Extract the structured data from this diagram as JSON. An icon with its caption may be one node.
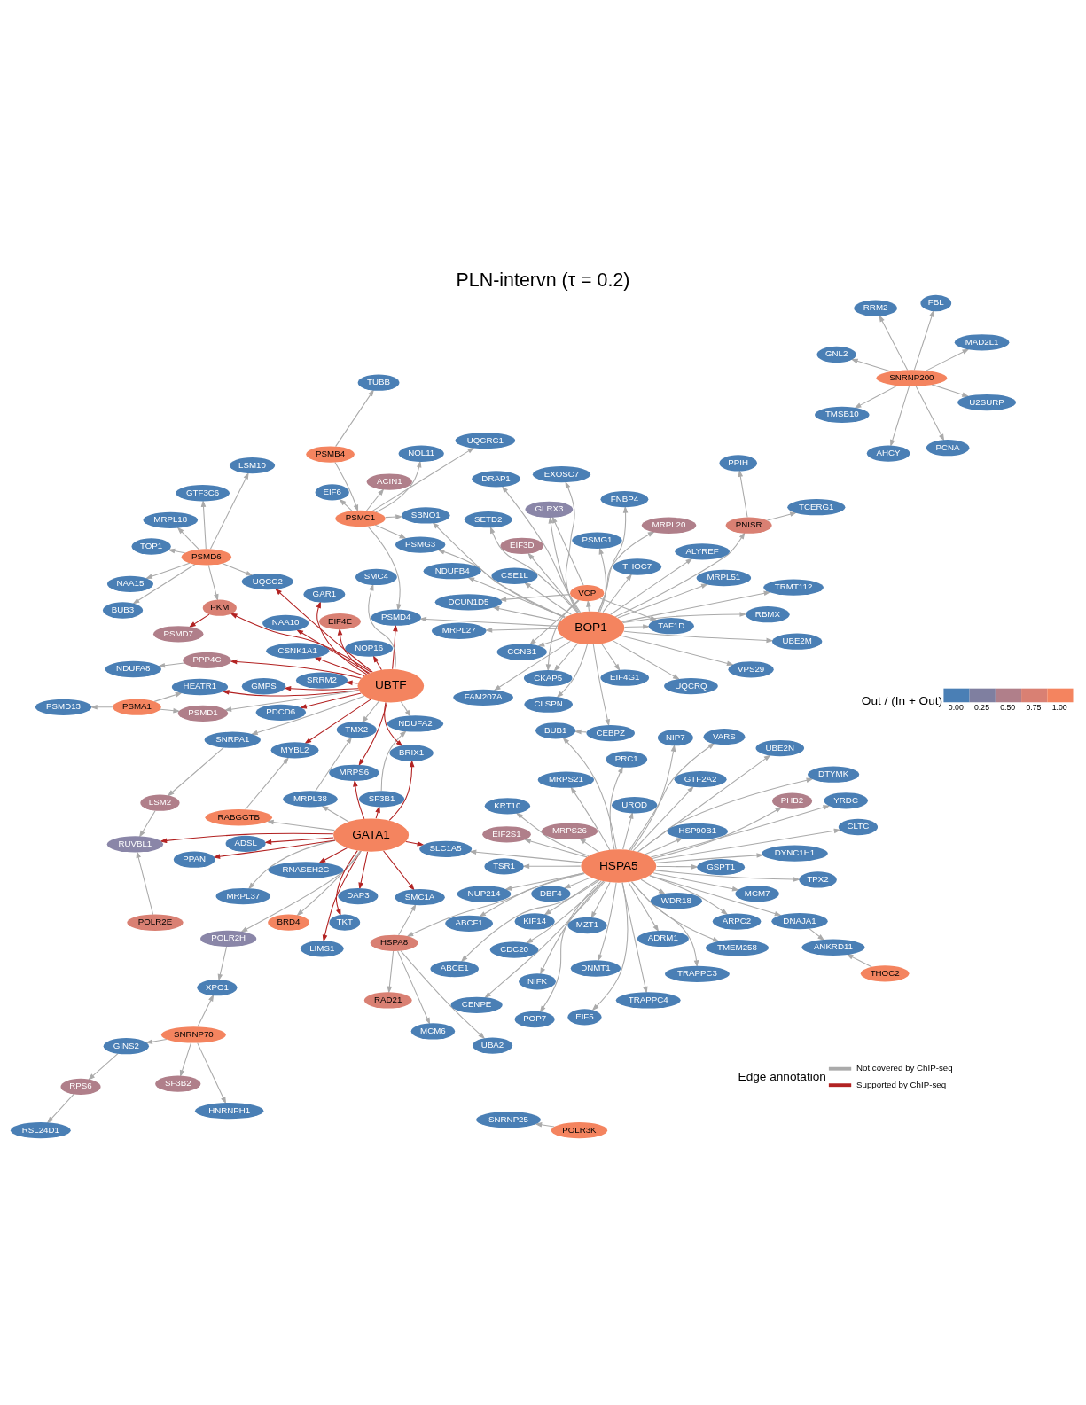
{
  "diagram": {
    "title": "PLN-intervn (τ = 0.2)",
    "nodes": [
      {
        "text": [
          "SNRNP25"
        ]
      },
      {
        "text": [
          "POLR3K"
        ]
      },
      {
        "text": [
          "ABCF1"
        ]
      },
      {
        "text": [
          "MCM7"
        ]
      },
      {
        "text": [
          "POP7"
        ]
      },
      {
        "text": [
          "MRPS21"
        ]
      },
      {
        "text": [
          "WDR18"
        ]
      },
      {
        "text": [
          "DBF4"
        ]
      },
      {
        "text": [
          "CENPE"
        ]
      },
      {
        "text": [
          "TMEM258"
        ]
      },
      {
        "text": [
          "DNMT1"
        ]
      },
      {
        "text": [
          "TRAPPC4"
        ]
      },
      {
        "text": [
          "EIF5"
        ]
      },
      {
        "text": [
          "NUP214"
        ]
      },
      {
        "text": [
          "TPX2"
        ]
      },
      {
        "text": [
          "YRDC"
        ]
      },
      {
        "text": [
          "BUB1"
        ]
      },
      {
        "text": [
          "ADRM1"
        ]
      },
      {
        "text": [
          "TRAPPC3"
        ]
      },
      {
        "text": [
          "KRT10"
        ]
      },
      {
        "text": [
          "EIF2S1"
        ]
      },
      {
        "text": [
          "MRPS26"
        ]
      },
      {
        "text": [
          "CEBPZ"
        ]
      },
      {
        "text": [
          "TUBB"
        ]
      },
      {
        "text": [
          "PSMB4"
        ]
      },
      {
        "text": [
          "UBE2N"
        ]
      },
      {
        "text": [
          "NIP7"
        ]
      },
      {
        "text": [
          "VPS29"
        ]
      },
      {
        "text": [
          "PPIH"
        ]
      },
      {
        "text": [
          "MZT1"
        ]
      },
      {
        "text": [
          "NIFK"
        ]
      },
      {
        "text": [
          "ARPC2"
        ]
      },
      {
        "text": [
          "PHB2"
        ]
      },
      {
        "text": [
          "GSPT1"
        ]
      },
      {
        "text": [
          "FAM207A"
        ]
      },
      {
        "text": [
          "NDUFB4"
        ]
      },
      {
        "text": [
          "MRPL51"
        ]
      },
      {
        "text": [
          "TCERG1"
        ]
      },
      {
        "text": [
          "HSP90B1"
        ]
      },
      {
        "text": [
          "HSPA5"
        ]
      },
      {
        "text": [
          "TSR1"
        ]
      },
      {
        "text": [
          "DCUN1D5"
        ]
      },
      {
        "text": [
          "PRC1"
        ]
      },
      {
        "text": [
          "SETD2"
        ]
      },
      {
        "text": [
          "CSE1L"
        ]
      },
      {
        "text": [
          "PNISR"
        ]
      },
      {
        "text": [
          "DYNC1H1"
        ]
      },
      {
        "text": [
          "KIF14"
        ]
      },
      {
        "text": [
          "UBE2M"
        ]
      },
      {
        "text": [
          "SBNO1"
        ]
      },
      {
        "text": [
          "NOL11"
        ]
      },
      {
        "text": [
          "THOC2"
        ]
      },
      {
        "text": [
          "ANKRD11"
        ]
      },
      {
        "text": [
          "DNAJA1"
        ]
      },
      {
        "text": [
          "FNBP4"
        ]
      },
      {
        "text": [
          "EXOSC7"
        ]
      },
      {
        "text": [
          "VARS"
        ]
      },
      {
        "text": [
          "HSPA8"
        ]
      },
      {
        "text": [
          "CKAP5"
        ]
      },
      {
        "text": [
          "GLRX3"
        ]
      },
      {
        "text": [
          "RBMX"
        ]
      },
      {
        "text": [
          "PSMC1"
        ]
      },
      {
        "text": [
          "EIF3D"
        ]
      },
      {
        "text": [
          "SLC1A5"
        ]
      },
      {
        "text": [
          "ABCE1"
        ]
      },
      {
        "text": [
          "DTYMK"
        ]
      },
      {
        "text": [
          "CLTC"
        ]
      },
      {
        "text": [
          "CCNB1"
        ]
      },
      {
        "text": [
          "VCP"
        ]
      },
      {
        "text": [
          "TRMT112"
        ]
      },
      {
        "text": [
          "UQCRQ"
        ]
      },
      {
        "text": [
          "RAD21"
        ]
      },
      {
        "text": [
          "MCM6"
        ]
      },
      {
        "text": [
          "RNASEH2C"
        ]
      },
      {
        "text": [
          "GTF2A2"
        ]
      },
      {
        "text": [
          "MRPL27"
        ]
      },
      {
        "text": [
          "PSMG3"
        ]
      },
      {
        "text": [
          "UQCRC1"
        ]
      },
      {
        "text": [
          "UBA2"
        ]
      },
      {
        "text": [
          "LIMS1"
        ]
      },
      {
        "text": [
          "CDC20"
        ]
      },
      {
        "text": [
          "TAF1D"
        ]
      },
      {
        "text": [
          "BOP1"
        ]
      },
      {
        "text": [
          "PSMD4"
        ]
      },
      {
        "text": [
          "ACIN1"
        ]
      },
      {
        "text": [
          "SMC1A"
        ]
      },
      {
        "text": [
          "GNL2"
        ]
      },
      {
        "text": [
          "ADSL"
        ]
      },
      {
        "text": [
          "UROD"
        ]
      },
      {
        "text": [
          "THOC7"
        ]
      },
      {
        "text": [
          "DRAP1"
        ]
      },
      {
        "text": [
          "PSMG1"
        ]
      },
      {
        "text": [
          "CLSPN"
        ]
      },
      {
        "text": [
          "MRPL20"
        ]
      },
      {
        "text": [
          "MYBL2"
        ]
      },
      {
        "text": [
          "ALYREF"
        ]
      },
      {
        "text": [
          "PSMD7"
        ]
      },
      {
        "text": [
          "EIF6"
        ]
      },
      {
        "text": [
          "MAD2L1"
        ]
      },
      {
        "text": [
          "AHCY"
        ]
      },
      {
        "text": [
          "SNRNP200"
        ]
      },
      {
        "text": [
          "EIF4G1"
        ]
      },
      {
        "text": [
          "RABGGTB"
        ]
      },
      {
        "text": [
          "BRIX1"
        ]
      },
      {
        "text": [
          "PKM"
        ]
      },
      {
        "text": [
          "PSMD6"
        ]
      },
      {
        "text": [
          "MRPL18"
        ]
      },
      {
        "text": [
          "TOP1"
        ]
      },
      {
        "text": [
          "FBL"
        ]
      },
      {
        "text": [
          "RRM2"
        ]
      },
      {
        "text": [
          "GATA1"
        ]
      },
      {
        "text": [
          "BRD4"
        ]
      },
      {
        "text": [
          "MRPL37"
        ]
      },
      {
        "text": [
          "LSM10"
        ]
      },
      {
        "text": [
          "PSMA1"
        ]
      },
      {
        "text": [
          "GTF3C6"
        ]
      },
      {
        "text": [
          "TMSB10"
        ]
      },
      {
        "text": [
          "NAA15"
        ]
      },
      {
        "text": [
          "U2SURP"
        ]
      },
      {
        "text": [
          "SF3B1"
        ]
      },
      {
        "text": [
          "SNRNP70"
        ]
      },
      {
        "text": [
          "NDUFA2"
        ]
      },
      {
        "text": [
          "HEATR1"
        ]
      },
      {
        "text": [
          "BUB3"
        ]
      },
      {
        "text": [
          "SF3B2"
        ]
      },
      {
        "text": [
          "MRPS6"
        ]
      },
      {
        "text": [
          "PPAN"
        ]
      },
      {
        "text": [
          "PCNA"
        ]
      },
      {
        "text": [
          "GINS2"
        ]
      },
      {
        "text": [
          "POLR2H"
        ]
      },
      {
        "text": [
          "EIF4E"
        ]
      },
      {
        "text": [
          "UBTF"
        ]
      },
      {
        "text": [
          "PSMD13"
        ]
      },
      {
        "text": [
          "UQCC2"
        ]
      },
      {
        "text": [
          "TKT"
        ]
      },
      {
        "text": [
          "HNRNPH1"
        ]
      },
      {
        "text": [
          "PSMD1"
        ]
      },
      {
        "text": [
          "GAR1"
        ]
      },
      {
        "text": [
          "RUVBL1"
        ]
      },
      {
        "text": [
          "DAP3"
        ]
      },
      {
        "text": [
          "SNRPA1"
        ]
      },
      {
        "text": [
          "SMC4"
        ]
      },
      {
        "text": [
          "NOP16"
        ]
      },
      {
        "text": [
          "CSNK1A1"
        ]
      },
      {
        "text": [
          "POLR2E"
        ]
      },
      {
        "text": [
          "XPO1"
        ]
      },
      {
        "text": [
          "MRPL38"
        ]
      },
      {
        "text": [
          "PDCD6"
        ]
      },
      {
        "text": [
          "TMX2"
        ]
      },
      {
        "text": [
          "NAA10"
        ]
      },
      {
        "text": [
          "SRRM2"
        ]
      },
      {
        "text": [
          "RPS6"
        ]
      },
      {
        "text": [
          "GMPS"
        ]
      },
      {
        "text": [
          "LSM2"
        ]
      },
      {
        "text": [
          "PPP4C"
        ]
      },
      {
        "text": [
          "NDUFA8"
        ]
      },
      {
        "text": [
          "RSL24D1"
        ]
      }
    ],
    "edges": [
      {
        "from": 1,
        "to": 0,
        "arrow": "to"
      },
      {
        "from": 39,
        "to": 2,
        "arrow": "to"
      },
      {
        "from": 39,
        "to": 3,
        "arrow": "to"
      },
      {
        "from": 39,
        "to": 4,
        "arrow": "to"
      },
      {
        "from": 39,
        "to": 5,
        "arrow": "to"
      },
      {
        "from": 39,
        "to": 6,
        "arrow": "to"
      },
      {
        "from": 39,
        "to": 7,
        "arrow": "to"
      },
      {
        "from": 39,
        "to": 8,
        "arrow": "to"
      },
      {
        "from": 39,
        "to": 9,
        "arrow": "to"
      },
      {
        "from": 39,
        "to": 10,
        "arrow": "to"
      },
      {
        "from": 39,
        "to": 11,
        "arrow": "to"
      },
      {
        "from": 39,
        "to": 12,
        "arrow": "to"
      },
      {
        "from": 39,
        "to": 13,
        "arrow": "to"
      },
      {
        "from": 39,
        "to": 14,
        "arrow": "to"
      },
      {
        "from": 39,
        "to": 15,
        "arrow": "to"
      },
      {
        "from": 39,
        "to": 16,
        "arrow": "to"
      },
      {
        "from": 39,
        "to": 17,
        "arrow": "to"
      },
      {
        "from": 39,
        "to": 18,
        "arrow": "to"
      },
      {
        "from": 39,
        "to": 19,
        "arrow": "to"
      },
      {
        "from": 39,
        "to": 20,
        "arrow": "to"
      },
      {
        "from": 39,
        "to": 21,
        "arrow": "to"
      },
      {
        "from": 39,
        "to": 25,
        "arrow": "to"
      },
      {
        "from": 39,
        "to": 26,
        "arrow": "to"
      },
      {
        "from": 39,
        "to": 29,
        "arrow": "to"
      },
      {
        "from": 39,
        "to": 30,
        "arrow": "to"
      },
      {
        "from": 39,
        "to": 31,
        "arrow": "to"
      },
      {
        "from": 39,
        "to": 32,
        "arrow": "to"
      },
      {
        "from": 39,
        "to": 33,
        "arrow": "to"
      },
      {
        "from": 39,
        "to": 38,
        "arrow": "to"
      },
      {
        "from": 39,
        "to": 40,
        "arrow": "to"
      },
      {
        "from": 39,
        "to": 42,
        "arrow": "to"
      },
      {
        "from": 39,
        "to": 47,
        "arrow": "to"
      },
      {
        "from": 39,
        "to": 53,
        "arrow": "to"
      },
      {
        "from": 39,
        "to": 56,
        "arrow": "to"
      },
      {
        "from": 39,
        "to": 57,
        "arrow": "to"
      },
      {
        "from": 39,
        "to": 63,
        "arrow": "to"
      },
      {
        "from": 39,
        "to": 64,
        "arrow": "to"
      },
      {
        "from": 39,
        "to": 65,
        "arrow": "to"
      },
      {
        "from": 39,
        "to": 66,
        "arrow": "to"
      },
      {
        "from": 39,
        "to": 80,
        "arrow": "to"
      },
      {
        "from": 39,
        "to": 88,
        "arrow": "to"
      },
      {
        "from": 39,
        "to": 74,
        "arrow": "to"
      },
      {
        "from": 39,
        "to": 46,
        "arrow": "to"
      },
      {
        "from": 51,
        "to": 52,
        "arrow": "to"
      },
      {
        "from": 53,
        "to": 52,
        "arrow": "to"
      },
      {
        "from": 24,
        "to": 23,
        "arrow": "to"
      },
      {
        "from": 22,
        "to": 16,
        "arrow": "to"
      },
      {
        "from": 24,
        "to": 61,
        "arrow": "to"
      },
      {
        "from": 45,
        "to": 28,
        "arrow": "to"
      },
      {
        "from": 45,
        "to": 37,
        "arrow": "to"
      },
      {
        "from": 82,
        "to": 69,
        "arrow": "to"
      },
      {
        "from": 82,
        "to": 68,
        "arrow": "to"
      },
      {
        "from": 82,
        "to": 75,
        "arrow": "to"
      },
      {
        "from": 82,
        "to": 81,
        "arrow": "to"
      },
      {
        "from": 82,
        "to": 89,
        "arrow": "to"
      },
      {
        "from": 82,
        "to": 90,
        "arrow": "to"
      },
      {
        "from": 82,
        "to": 83,
        "arrow": "to"
      },
      {
        "from": 82,
        "to": 76,
        "arrow": "to"
      },
      {
        "from": 82,
        "to": 91,
        "arrow": "to"
      },
      {
        "from": 82,
        "to": 92,
        "arrow": "to"
      },
      {
        "from": 82,
        "to": 70,
        "arrow": "to"
      },
      {
        "from": 82,
        "to": 60,
        "arrow": "to"
      },
      {
        "from": 82,
        "to": 55,
        "arrow": "to"
      },
      {
        "from": 82,
        "to": 48,
        "arrow": "to"
      },
      {
        "from": 82,
        "to": 44,
        "arrow": "to"
      },
      {
        "from": 82,
        "to": 43,
        "arrow": "to"
      },
      {
        "from": 82,
        "to": 35,
        "arrow": "to"
      },
      {
        "from": 82,
        "to": 27,
        "arrow": "to"
      },
      {
        "from": 82,
        "to": 34,
        "arrow": "to"
      },
      {
        "from": 82,
        "to": 36,
        "arrow": "to"
      },
      {
        "from": 82,
        "to": 41,
        "arrow": "to"
      },
      {
        "from": 82,
        "to": 54,
        "arrow": "to"
      },
      {
        "from": 82,
        "to": 58,
        "arrow": "to"
      },
      {
        "from": 82,
        "to": 59,
        "arrow": "to"
      },
      {
        "from": 82,
        "to": 67,
        "arrow": "to"
      },
      {
        "from": 82,
        "to": 49,
        "arrow": "to"
      },
      {
        "from": 82,
        "to": 62,
        "arrow": "to"
      },
      {
        "from": 82,
        "to": 93,
        "arrow": "to"
      },
      {
        "from": 82,
        "to": 95,
        "arrow": "to"
      },
      {
        "from": 82,
        "to": 101,
        "arrow": "to"
      },
      {
        "from": 82,
        "to": 22,
        "arrow": "to"
      },
      {
        "from": 82,
        "to": 45,
        "arrow": "to"
      },
      {
        "from": 68,
        "to": 58,
        "arrow": "to"
      },
      {
        "from": 68,
        "to": 59,
        "arrow": "to"
      },
      {
        "from": 68,
        "to": 67,
        "arrow": "to"
      },
      {
        "from": 68,
        "to": 81,
        "arrow": "to"
      },
      {
        "from": 68,
        "to": 41,
        "arrow": "to"
      },
      {
        "from": 61,
        "to": 49,
        "arrow": "to"
      },
      {
        "from": 61,
        "to": 50,
        "arrow": "to"
      },
      {
        "from": 61,
        "to": 76,
        "arrow": "to"
      },
      {
        "from": 61,
        "to": 77,
        "arrow": "to"
      },
      {
        "from": 61,
        "to": 84,
        "arrow": "to"
      },
      {
        "from": 61,
        "to": 97,
        "arrow": "to"
      },
      {
        "from": 61,
        "to": 83,
        "arrow": "to"
      },
      {
        "from": 105,
        "to": 106,
        "arrow": "to"
      },
      {
        "from": 105,
        "to": 107,
        "arrow": "to"
      },
      {
        "from": 105,
        "to": 117,
        "arrow": "to"
      },
      {
        "from": 105,
        "to": 123,
        "arrow": "to"
      },
      {
        "from": 105,
        "to": 133,
        "arrow": "to"
      },
      {
        "from": 105,
        "to": 115,
        "arrow": "to"
      },
      {
        "from": 105,
        "to": 113,
        "arrow": "to"
      },
      {
        "from": 105,
        "to": 104,
        "arrow": "to"
      },
      {
        "from": 114,
        "to": 122,
        "arrow": "to"
      },
      {
        "from": 114,
        "to": 132,
        "arrow": "to"
      },
      {
        "from": 114,
        "to": 136,
        "arrow": "to"
      },
      {
        "from": 100,
        "to": 98,
        "arrow": "to"
      },
      {
        "from": 100,
        "to": 108,
        "arrow": "to"
      },
      {
        "from": 100,
        "to": 118,
        "arrow": "to"
      },
      {
        "from": 100,
        "to": 116,
        "arrow": "to"
      },
      {
        "from": 100,
        "to": 99,
        "arrow": "to"
      },
      {
        "from": 100,
        "to": 109,
        "arrow": "to"
      },
      {
        "from": 100,
        "to": 127,
        "arrow": "to"
      },
      {
        "from": 100,
        "to": 86,
        "arrow": "to"
      },
      {
        "from": 57,
        "to": 71,
        "arrow": "to"
      },
      {
        "from": 57,
        "to": 72,
        "arrow": "to"
      },
      {
        "from": 57,
        "to": 78,
        "arrow": "to"
      },
      {
        "from": 57,
        "to": 85,
        "arrow": "to"
      },
      {
        "from": 110,
        "to": 63,
        "arrow": "to",
        "color": "#b22222"
      },
      {
        "from": 110,
        "to": 73,
        "arrow": "to",
        "color": "#b22222"
      },
      {
        "from": 110,
        "to": 87,
        "arrow": "to",
        "color": "#b22222"
      },
      {
        "from": 110,
        "to": 79,
        "arrow": "to",
        "color": "#b22222"
      },
      {
        "from": 110,
        "to": 85,
        "arrow": "to",
        "color": "#b22222"
      },
      {
        "from": 110,
        "to": 126,
        "arrow": "to",
        "color": "#b22222"
      },
      {
        "from": 110,
        "to": 134,
        "arrow": "to",
        "color": "#b22222"
      },
      {
        "from": 110,
        "to": 138,
        "arrow": "to",
        "color": "#b22222"
      },
      {
        "from": 110,
        "to": 139,
        "arrow": "to",
        "color": "#b22222"
      },
      {
        "from": 110,
        "to": 119,
        "arrow": "to",
        "color": "#b22222"
      },
      {
        "from": 110,
        "to": 125,
        "arrow": "to",
        "color": "#b22222"
      },
      {
        "from": 110,
        "to": 103,
        "arrow": "to",
        "color": "#b22222"
      },
      {
        "from": 110,
        "to": 111,
        "arrow": "to"
      },
      {
        "from": 110,
        "to": 102,
        "arrow": "to"
      },
      {
        "from": 110,
        "to": 129,
        "arrow": "to"
      },
      {
        "from": 110,
        "to": 146,
        "arrow": "to"
      },
      {
        "from": 110,
        "to": 112,
        "arrow": "to"
      },
      {
        "from": 131,
        "to": 154,
        "arrow": "to",
        "color": "#b22222"
      },
      {
        "from": 131,
        "to": 149,
        "arrow": "to",
        "color": "#b22222"
      },
      {
        "from": 131,
        "to": 152,
        "arrow": "to",
        "color": "#b22222"
      },
      {
        "from": 131,
        "to": 147,
        "arrow": "to",
        "color": "#b22222"
      },
      {
        "from": 131,
        "to": 150,
        "arrow": "to",
        "color": "#b22222"
      },
      {
        "from": 131,
        "to": 142,
        "arrow": "to",
        "color": "#b22222"
      },
      {
        "from": 131,
        "to": 143,
        "arrow": "to",
        "color": "#b22222"
      },
      {
        "from": 131,
        "to": 133,
        "arrow": "to",
        "color": "#b22222"
      },
      {
        "from": 131,
        "to": 122,
        "arrow": "to",
        "color": "#b22222"
      },
      {
        "from": 131,
        "to": 104,
        "arrow": "to",
        "color": "#b22222"
      },
      {
        "from": 104,
        "to": 96,
        "arrow": "to",
        "color": "#b22222"
      },
      {
        "from": 131,
        "to": 83,
        "arrow": "to",
        "color": "#b22222"
      },
      {
        "from": 131,
        "to": 103,
        "arrow": "to",
        "color": "#b22222"
      },
      {
        "from": 131,
        "to": 94,
        "arrow": "to",
        "color": "#b22222"
      },
      {
        "from": 131,
        "to": 137,
        "arrow": "to",
        "color": "#b22222"
      },
      {
        "from": 131,
        "to": 130,
        "arrow": "to",
        "color": "#b22222"
      },
      {
        "from": 131,
        "to": 125,
        "arrow": "to",
        "color": "#b22222"
      },
      {
        "from": 131,
        "to": 140,
        "arrow": "to"
      },
      {
        "from": 131,
        "to": 141,
        "arrow": "to"
      },
      {
        "from": 131,
        "to": 121,
        "arrow": "to"
      },
      {
        "from": 131,
        "to": 136,
        "arrow": "to"
      },
      {
        "from": 131,
        "to": 148,
        "arrow": "to"
      },
      {
        "from": 120,
        "to": 128,
        "arrow": "to"
      },
      {
        "from": 120,
        "to": 124,
        "arrow": "to"
      },
      {
        "from": 120,
        "to": 135,
        "arrow": "to"
      },
      {
        "from": 120,
        "to": 145,
        "arrow": "to"
      },
      {
        "from": 119,
        "to": 121,
        "arrow": "to"
      },
      {
        "from": 128,
        "to": 151,
        "arrow": "to"
      },
      {
        "from": 151,
        "to": 156,
        "arrow": "to"
      },
      {
        "from": 154,
        "to": 155,
        "arrow": "to"
      },
      {
        "from": 140,
        "to": 153,
        "arrow": "to"
      },
      {
        "from": 153,
        "to": 138,
        "arrow": "to"
      },
      {
        "from": 144,
        "to": 138,
        "arrow": "to"
      },
      {
        "from": 129,
        "to": 145,
        "arrow": "to"
      },
      {
        "from": 146,
        "to": 148,
        "arrow": "to"
      },
      {
        "from": 102,
        "to": 94,
        "arrow": "to"
      }
    ],
    "labels": [
      "Edge annotation",
      "Out / (In + Out)",
      "0.00",
      "0.25",
      "0.50",
      "0.75",
      "1.00"
    ],
    "legend": [
      {
        "text": "Not covered by ChIP-seq",
        "color": "#aaaaaa"
      },
      {
        "text": "Supported by ChIP-seq",
        "color": "#b22222"
      }
    ]
  }
}
